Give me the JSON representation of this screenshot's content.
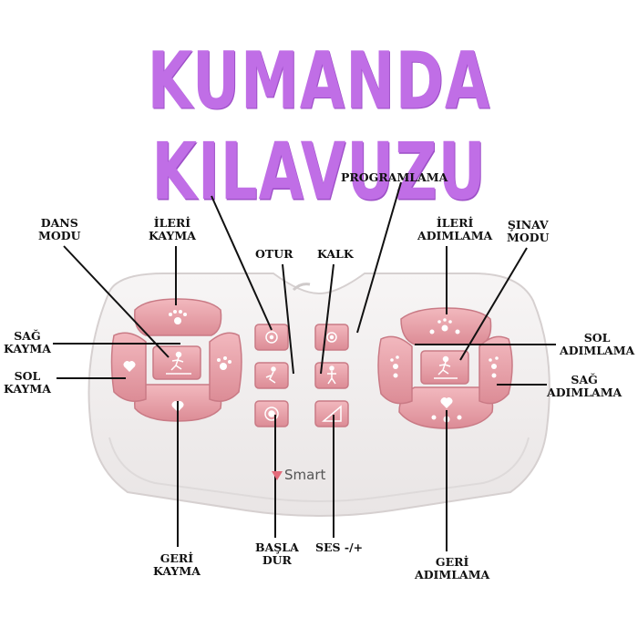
{
  "title": "KUMANDA KILAVUZU",
  "brand": "Smart",
  "colors": {
    "title": "#c06ee6",
    "button_pink": "#e8a3ab",
    "button_pink_dark": "#d98a94",
    "body": "#f3f1f1",
    "body_edge": "#d9d4d4"
  },
  "labels": {
    "programlama": "PROGRAMLAMA",
    "dans_modu_1": "DANS",
    "dans_modu_2": "MODU",
    "ileri_kayma_1": "İLERİ",
    "ileri_kayma_2": "KAYMA",
    "otur": "OTUR",
    "kalk": "KALK",
    "ileri_adimlama_1": "İLERİ",
    "ileri_adimlama_2": "ADIMLAMA",
    "sinav_modu_1": "ŞINAV",
    "sinav_modu_2": "MODU",
    "sag_kayma_1": "SAĞ",
    "sag_kayma_2": "KAYMA",
    "sol_kayma_1": "SOL",
    "sol_kayma_2": "KAYMA",
    "sol_adimlama_1": "SOL",
    "sol_adimlama_2": "ADIMLAMA",
    "sag_adimlama_1": "SAĞ",
    "sag_adimlama_2": "ADIMLAMA",
    "basla_dur_1": "BAŞLA",
    "basla_dur_2": "DUR",
    "ses": "SES -/+",
    "geri_kayma_1": "GERİ",
    "geri_kayma_2": "KAYMA",
    "geri_adimlama_1": "GERİ",
    "geri_adimlama_2": "ADIMLAMA"
  },
  "icons": {
    "paw": "paw-icon",
    "heart": "heart-icon",
    "runner": "runner-icon",
    "sit": "sit-icon",
    "stand": "stand-icon",
    "record": "record-icon",
    "volume": "volume-icon",
    "gear": "gear-icon",
    "dots": "dots-icon"
  }
}
